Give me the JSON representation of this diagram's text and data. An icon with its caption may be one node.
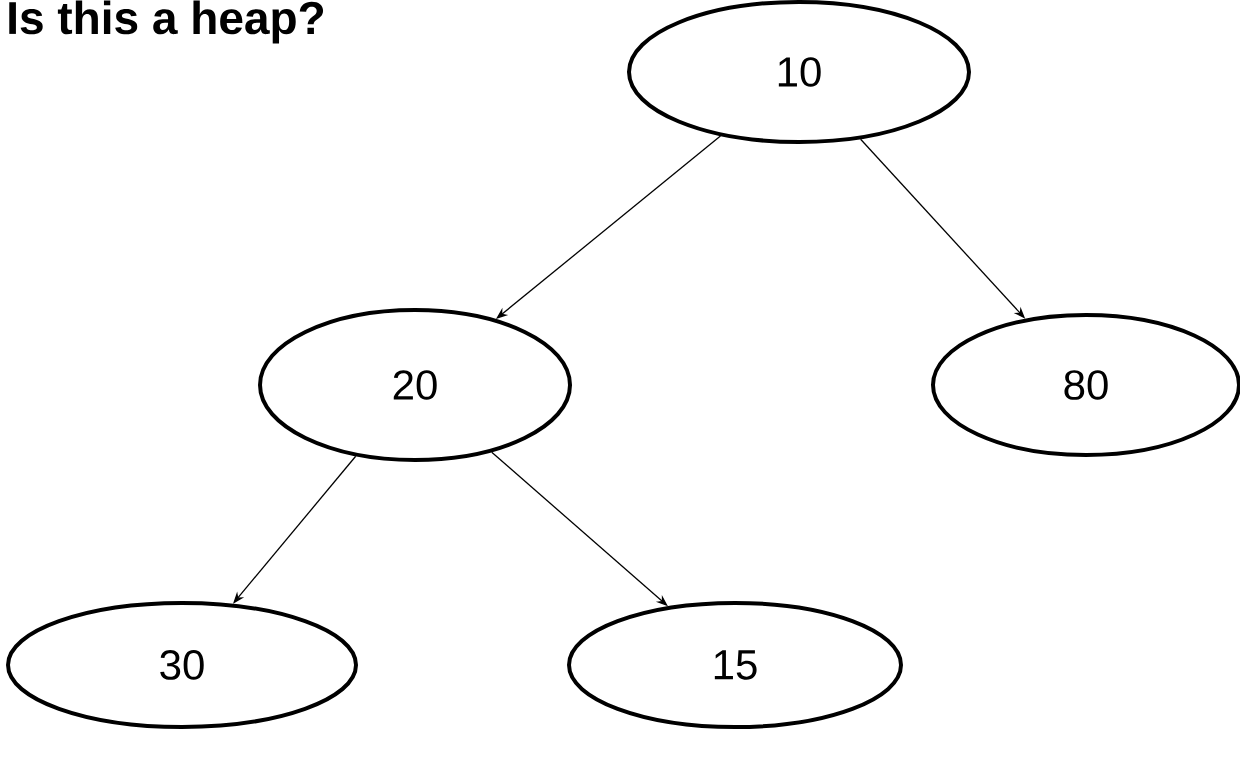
{
  "diagram": {
    "title": "Is this a heap?",
    "nodes": [
      {
        "text": [
          "10"
        ]
      },
      {
        "text": [
          "20"
        ]
      },
      {
        "text": [
          "80"
        ]
      },
      {
        "text": [
          "30"
        ]
      },
      {
        "text": [
          "15"
        ]
      }
    ],
    "edges": [
      {
        "from": 0,
        "to": 1,
        "arrow": "to"
      },
      {
        "from": 0,
        "to": 2,
        "arrow": "to"
      },
      {
        "from": 1,
        "to": 3,
        "arrow": "to"
      },
      {
        "from": 1,
        "to": 4,
        "arrow": "to"
      }
    ]
  }
}
